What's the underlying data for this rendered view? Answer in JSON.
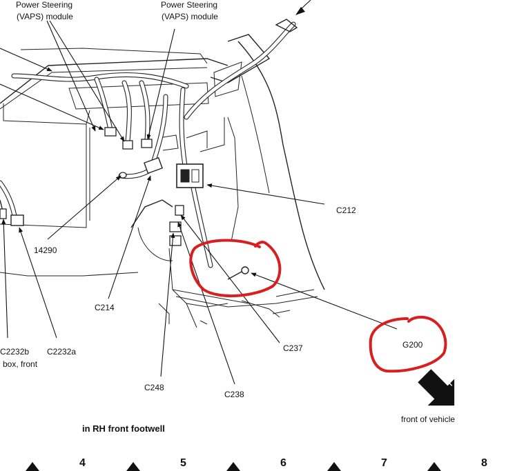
{
  "labels": {
    "vaps_left": [
      "Power Steering",
      "(VAPS) module"
    ],
    "vaps_right": [
      "Power Steering",
      "(VAPS) module"
    ],
    "c212": "C212",
    "c14290": "14290",
    "c214": "C214",
    "c237": "C237",
    "g200": "G200",
    "c2232b": "C2232b",
    "box_front": "box, front",
    "c2232a": "C2232a",
    "c248": "C248",
    "c238": "C238",
    "front_of_vehicle": "front of vehicle",
    "caption": "in RH front footwell"
  },
  "ruler": {
    "numbers": [
      "4",
      "5",
      "6",
      "7",
      "8"
    ]
  },
  "highlight_color": "#d81e1e",
  "icons": [
    "front-arrow-icon",
    "ruler-triangle-icon"
  ]
}
